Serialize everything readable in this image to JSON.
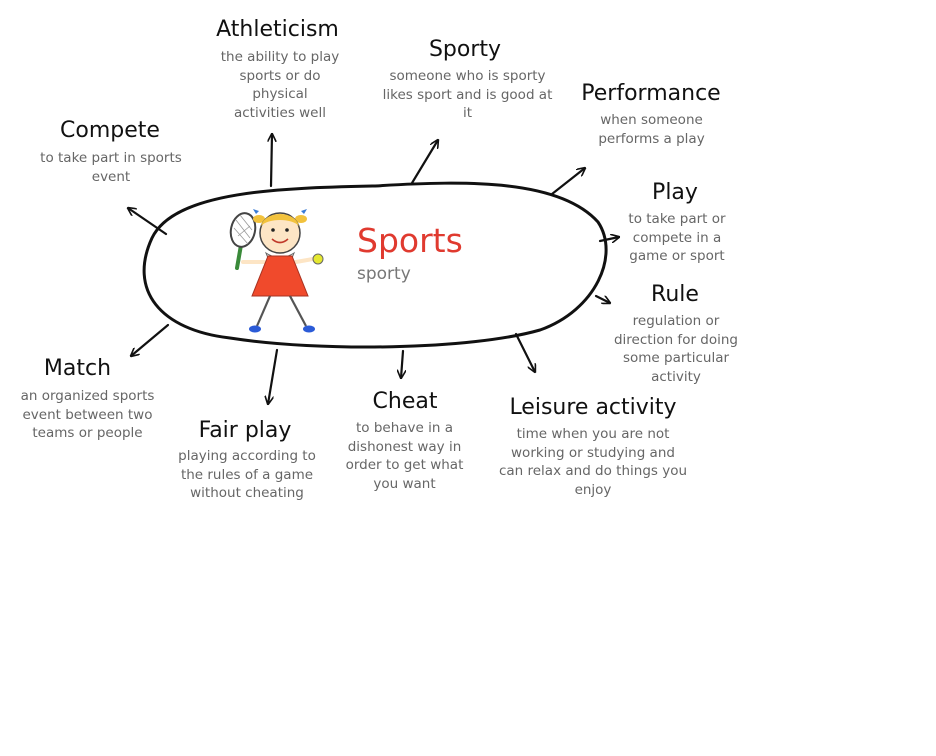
{
  "center": {
    "title": "Sports",
    "subtitle": "sporty"
  },
  "colors": {
    "accent": "#e03a2f",
    "term_text": "#111111",
    "definition_text": "#666666",
    "outline": "#111111"
  },
  "illustration": {
    "icon": "girl-with-tennis-racket-icon"
  },
  "terms": [
    {
      "id": "athleticism",
      "term": "Athleticism",
      "definition": "the ability to play sports or do physical activities well"
    },
    {
      "id": "sporty",
      "term": "Sporty",
      "definition": "someone who is sporty likes sport and is good at it"
    },
    {
      "id": "performance",
      "term": "Performance",
      "definition": "when someone performs a play"
    },
    {
      "id": "compete",
      "term": "Compete",
      "definition": "to take part in sports event"
    },
    {
      "id": "play",
      "term": "Play",
      "definition": "to take part or compete in a game or sport"
    },
    {
      "id": "rule",
      "term": "Rule",
      "definition": "regulation or direction for doing some particular activity"
    },
    {
      "id": "match",
      "term": "Match",
      "definition": "an organized sports event between two teams or people"
    },
    {
      "id": "fair-play",
      "term": "Fair play",
      "definition": "playing according to the rules of a game without cheating"
    },
    {
      "id": "cheat",
      "term": "Cheat",
      "definition": "to behave in a dishonest way in order to get what you want"
    },
    {
      "id": "leisure-activity",
      "term": "Leisure activity",
      "definition": "time when you are not working or studying and can relax and do things you enjoy"
    }
  ]
}
